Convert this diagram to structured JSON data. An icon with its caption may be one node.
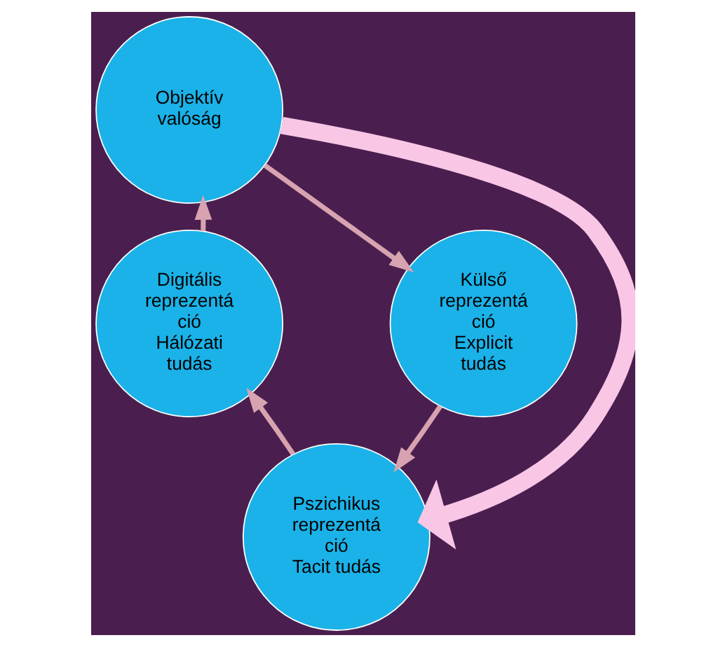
{
  "diagram": {
    "nodes": [
      {
        "text": [
          "Objektív valóság"
        ]
      },
      {
        "text": [
          "Digitális reprezentá ció",
          "Hálózati tudás"
        ]
      },
      {
        "text": [
          "Külső reprezentá ció",
          "Explicit tudás"
        ]
      },
      {
        "text": [
          "Pszichikus reprezentá ció",
          "Tacit tudás"
        ]
      }
    ],
    "edges": [
      {
        "from": 0,
        "to": 2,
        "arrow": "to"
      },
      {
        "from": 2,
        "to": 3,
        "arrow": "to"
      },
      {
        "from": 3,
        "to": 1,
        "arrow": "to"
      },
      {
        "from": 1,
        "to": 0,
        "arrow": "to"
      },
      {
        "from": 0,
        "to": 3,
        "arrow": "to",
        "style": "thick",
        "color": "#f9c6e6"
      }
    ]
  }
}
